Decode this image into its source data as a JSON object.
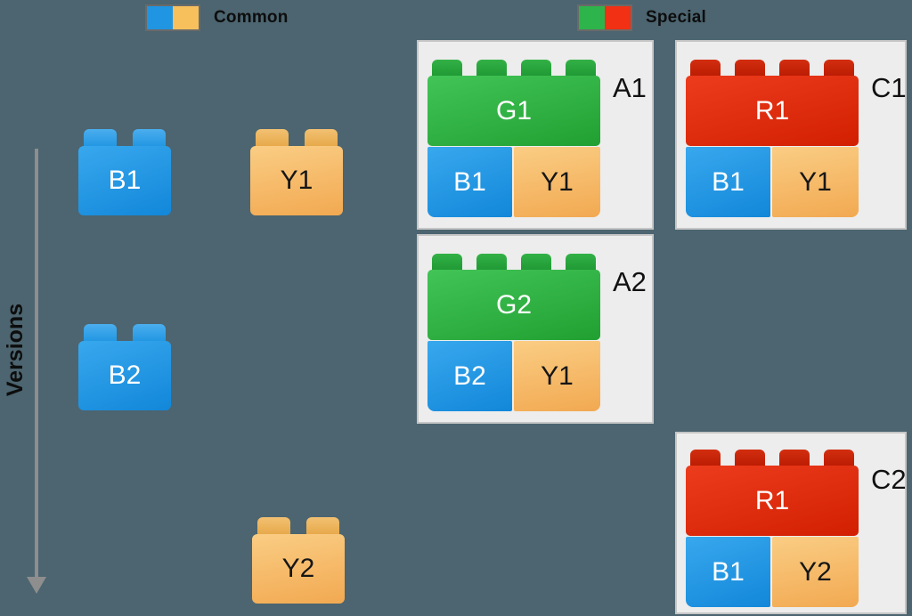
{
  "legend": {
    "common": {
      "label": "Common",
      "swatch_colors": [
        "#2095E1",
        "#F8C05C"
      ]
    },
    "special": {
      "label": "Special",
      "swatch_colors": [
        "#2DB44A",
        "#F23014"
      ]
    }
  },
  "axis": {
    "label": "Versions",
    "direction": "down",
    "color": "#8E8E8E"
  },
  "standalone_bricks": [
    {
      "id": "B1",
      "label": "B1",
      "color": "#1E95E4"
    },
    {
      "id": "Y1",
      "label": "Y1",
      "color": "#F6BA5E"
    },
    {
      "id": "B2",
      "label": "B2",
      "color": "#1E95E4"
    },
    {
      "id": "Y2",
      "label": "Y2",
      "color": "#F6BA5E"
    }
  ],
  "panels": [
    {
      "id": "A1",
      "label": "A1",
      "top": {
        "label": "G1",
        "color": "#2EB243"
      },
      "bottom_left": {
        "label": "B1",
        "color": "#1E95E4"
      },
      "bottom_right": {
        "label": "Y1",
        "color": "#F6BA5E"
      }
    },
    {
      "id": "C1",
      "label": "C1",
      "top": {
        "label": "R1",
        "color": "#DE2A0C"
      },
      "bottom_left": {
        "label": "B1",
        "color": "#1E95E4"
      },
      "bottom_right": {
        "label": "Y1",
        "color": "#F6BA5E"
      }
    },
    {
      "id": "A2",
      "label": "A2",
      "top": {
        "label": "G2",
        "color": "#2EB243"
      },
      "bottom_left": {
        "label": "B2",
        "color": "#1E95E4"
      },
      "bottom_right": {
        "label": "Y1",
        "color": "#F6BA5E"
      }
    },
    {
      "id": "C2",
      "label": "C2",
      "top": {
        "label": "R1",
        "color": "#DE2A0C"
      },
      "bottom_left": {
        "label": "B1",
        "color": "#1E95E4"
      },
      "bottom_right": {
        "label": "Y2",
        "color": "#F6BA5E"
      }
    }
  ],
  "colors": {
    "background": "#4C6570",
    "panel_background": "#EDEDED",
    "panel_border": "#C6C6C6",
    "axis": "#8E8E8E"
  }
}
